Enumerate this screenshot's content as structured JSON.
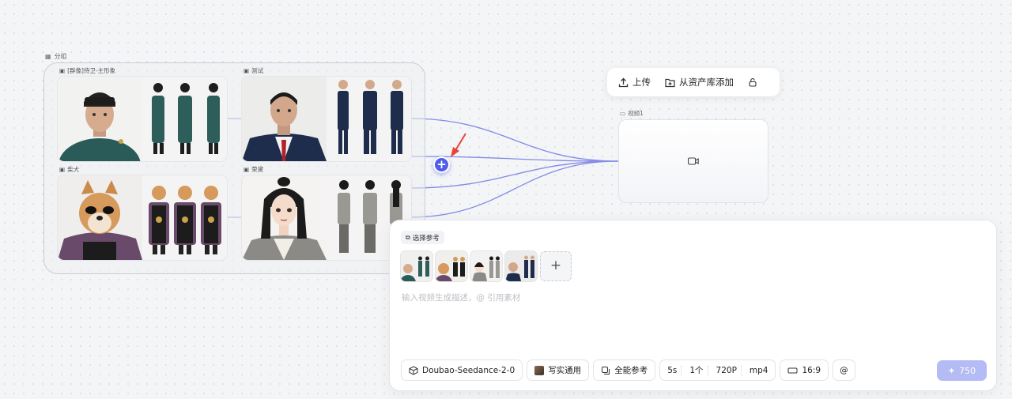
{
  "group": {
    "label": "分组"
  },
  "cards": [
    {
      "label": "[群像]侍卫-主形象"
    },
    {
      "label": "测试"
    },
    {
      "label": "柴犬"
    },
    {
      "label": "荣黛"
    }
  ],
  "toolbar": {
    "upload": "上传",
    "add_from_assets": "从资产库添加"
  },
  "video_node": {
    "label": "视频1"
  },
  "prompt": {
    "select_reference": "选择参考",
    "placeholder": "输入视频生成描述，@ 引用素材"
  },
  "bottom": {
    "model": "Doubao-Seedance-2-0",
    "style": "写实通用",
    "reference_mode": "全能参考",
    "duration": "5s",
    "count": "1个",
    "resolution": "720P",
    "format": "mp4",
    "ratio": "16:9",
    "at": "@",
    "credits": "750"
  },
  "colors": {
    "accent": "#4f5ee8",
    "line": "#6f79e6",
    "generate": "#b4bbf5"
  }
}
